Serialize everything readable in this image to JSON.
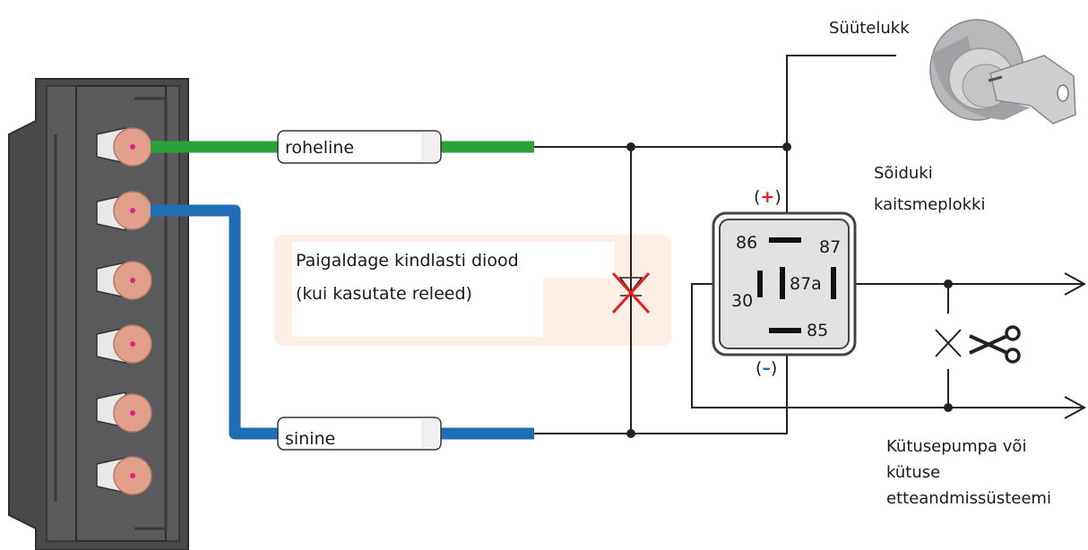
{
  "labels": {
    "ignition_lock": "Süütelukk",
    "fuse_block_line1": "Sõiduki",
    "fuse_block_line2": "kaitsmeplokki",
    "green_wire": "roheline",
    "blue_wire": "sinine",
    "diode_note_line1": "Paigaldage kindlasti diood",
    "diode_note_line2": "(kui kasutate releed)",
    "fuel_pump_line1": "Kütusepumpa või",
    "fuel_pump_line2": "kütuse",
    "fuel_pump_line3": "etteandmissüsteemi"
  },
  "relay": {
    "pin_86": "86",
    "pin_87": "87",
    "pin_87a": "87a",
    "pin_30": "30",
    "pin_85": "85",
    "plus_open": "(",
    "plus_sign": "+",
    "plus_close": ")",
    "minus_open": "(",
    "minus_sign": "–",
    "minus_close": ")"
  },
  "colors": {
    "green_wire": "#2aa13b",
    "blue_wire": "#1f6db5",
    "connector_body": "#4a4a4c",
    "pin_dot": "#e0a08a",
    "note_box": "#fdeee6",
    "plus_red": "#e02020",
    "minus_blue": "#1f6db5",
    "diode_cross": "#e02020"
  },
  "icons": {
    "ignition": "ignition-key-icon",
    "scissors": "scissors-icon",
    "cut_mark": "cut-cross-icon"
  }
}
